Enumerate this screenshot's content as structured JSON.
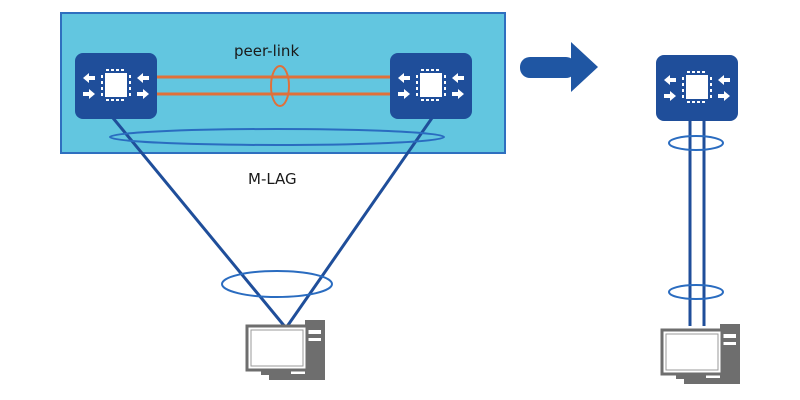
{
  "diagram": {
    "labels": {
      "peer_link": "peer-link",
      "m_lag": "M-LAG"
    },
    "colors": {
      "panel_fill": "#62c6e0",
      "panel_border": "#2f6fbf",
      "switch_fill": "#1f4e9a",
      "link_blue": "#1f4e9a",
      "peer_link_orange": "#e0703a",
      "bundle_ring_blue": "#2a6cc0",
      "computer_gray": "#6e6e6e",
      "arrow_blue": "#1f56a3"
    },
    "icons": {
      "switch": "switch-icon",
      "computer": "computer-icon",
      "transition_arrow": "arrow-right-icon",
      "link_bundle": "link-aggregation-ring"
    },
    "before": {
      "switches": 2,
      "peer_link_count": 2,
      "uplinks_to_host": 2
    },
    "after": {
      "switches": 1,
      "uplinks_to_host": 2
    }
  }
}
